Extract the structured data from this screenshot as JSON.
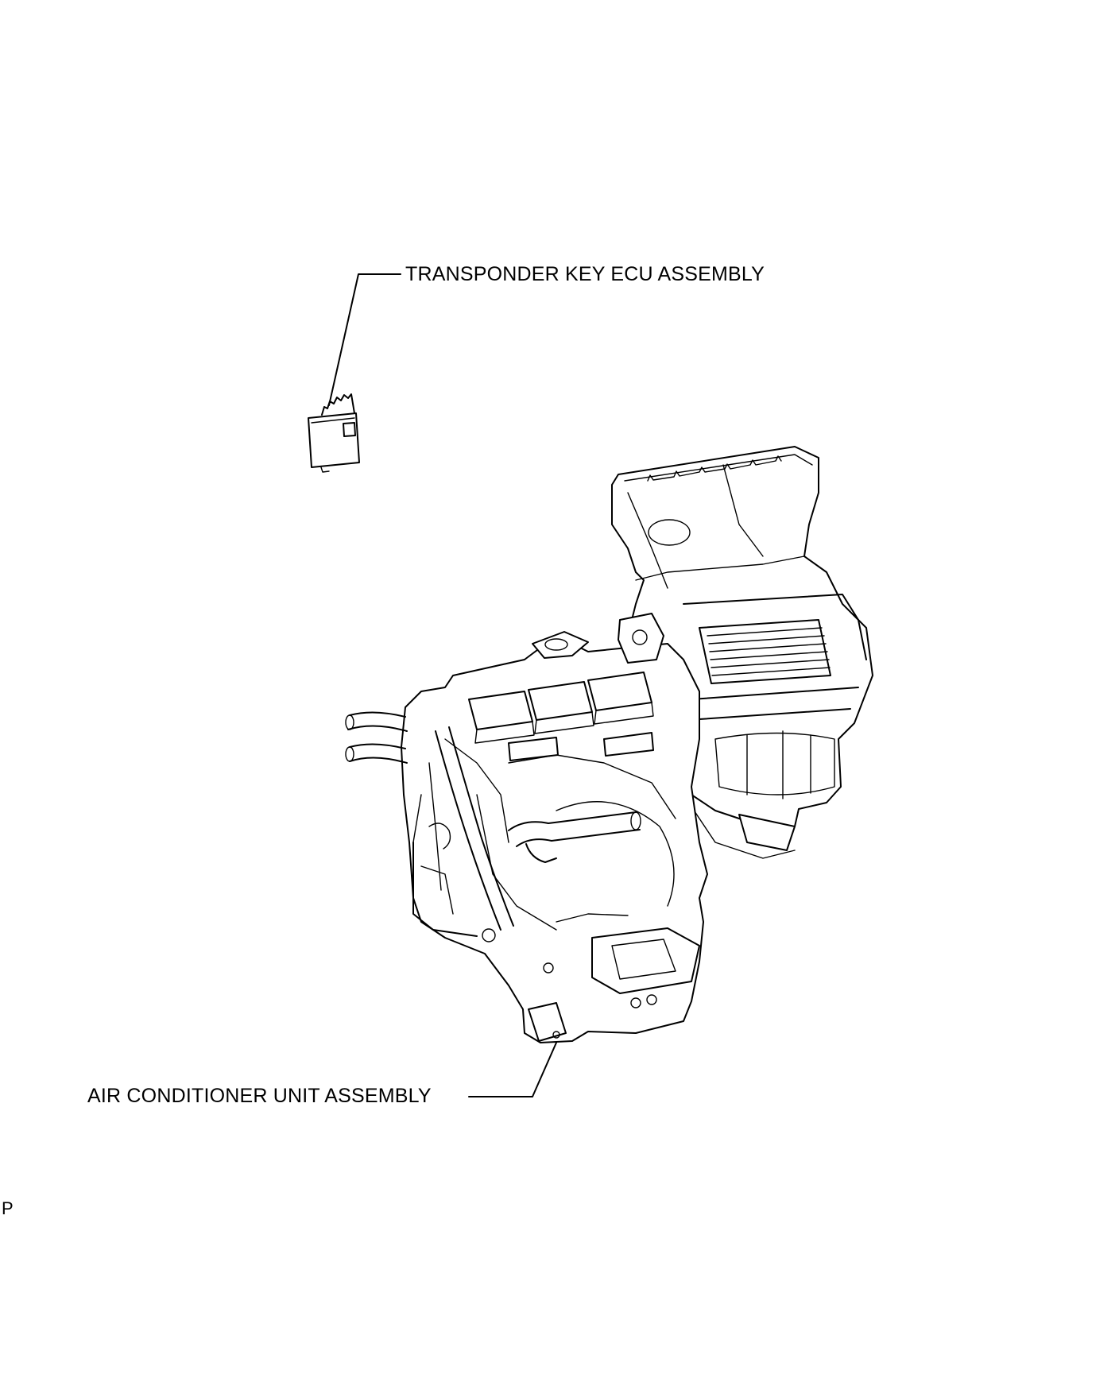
{
  "labels": {
    "transponder": "TRANSPONDER KEY ECU ASSEMBLY",
    "aircon": "AIR CONDITIONER UNIT ASSEMBLY",
    "corner": "P"
  },
  "colors": {
    "background": "#ffffff",
    "line": "#000000"
  }
}
